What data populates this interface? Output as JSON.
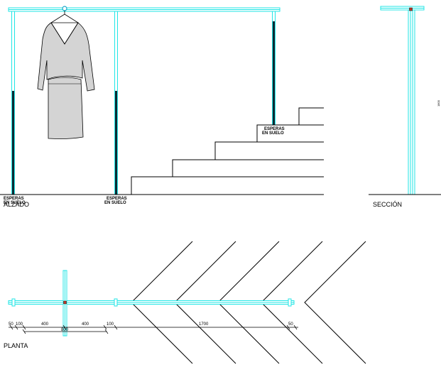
{
  "labels": {
    "esperas_line1": "ESPERAS",
    "esperas_line2": "EN SUELO",
    "alzado": "ALZADO",
    "seccion": "SECCIÓN",
    "planta": "PLANTA",
    "section_dim": "1800"
  },
  "dimensions": {
    "d50a": "50",
    "d100a": "100",
    "d400a": "400",
    "d400b": "400",
    "d100b": "100",
    "d800": "800",
    "d1700": "1700",
    "d50b": "50"
  },
  "colors": {
    "rail": "#20e6e6",
    "post": "#0d2a33",
    "lines": "#000000"
  }
}
